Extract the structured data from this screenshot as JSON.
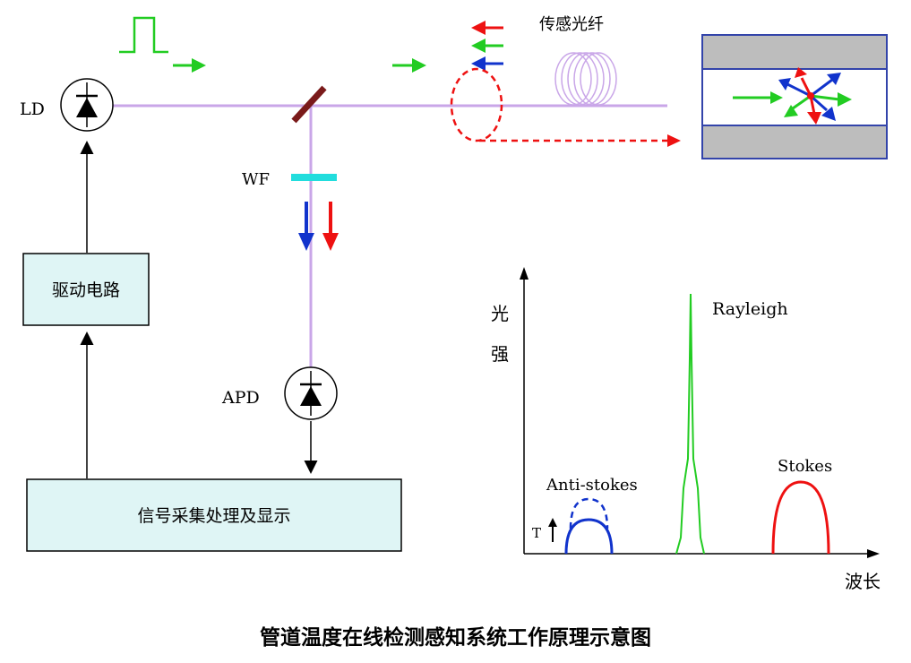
{
  "labels": {
    "ld": "LD",
    "wf": "WF",
    "apd": "APD",
    "fiber": "传感光纤",
    "driver": "驱动电路",
    "processor": "信号采集处理及显示",
    "y_axis_1": "光",
    "y_axis_2": "强",
    "x_axis": "波长",
    "anti_stokes": "Anti-stokes",
    "rayleigh": "Rayleigh",
    "stokes": "Stokes",
    "temp": "T"
  },
  "caption": "管道温度在线检测感知系统工作原理示意图",
  "colors": {
    "fiber_line": "#c9a6e8",
    "box_fill": "#dff5f5",
    "green": "#22cc22",
    "red": "#ee1111",
    "blue": "#1133cc",
    "cyan": "#22dddd",
    "mirror": "#7a1a1a",
    "pipe_gray": "#bdbdbd",
    "pipe_border": "#3344aa"
  }
}
